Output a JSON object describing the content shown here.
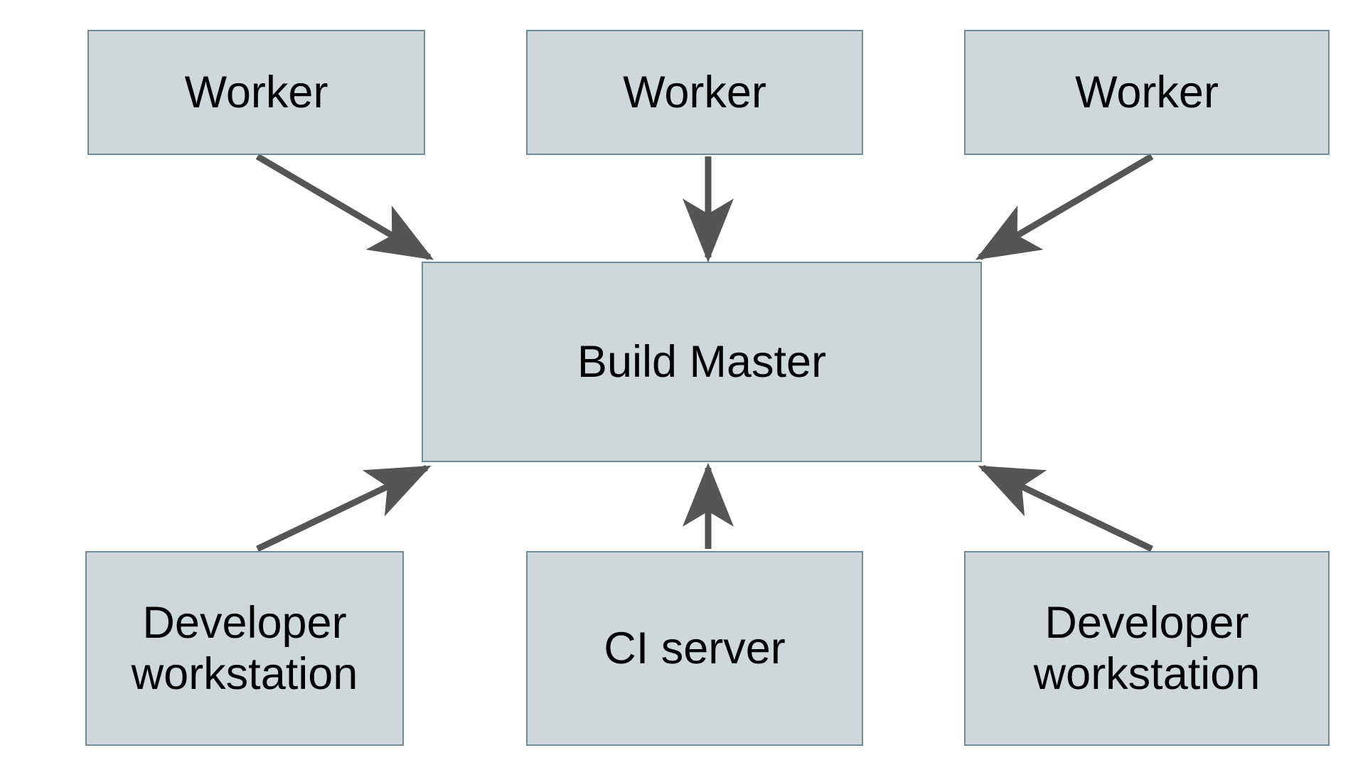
{
  "diagram": {
    "type": "node-edge-architecture-diagram",
    "background_color": "#ffffff",
    "node_fill_color": "#ced7da",
    "node_border_color": "#6f8a99",
    "edge_color": "#555555",
    "text_color": "#000000",
    "nodes": [
      {
        "id": "worker-1",
        "label": "Worker"
      },
      {
        "id": "worker-2",
        "label": "Worker"
      },
      {
        "id": "worker-3",
        "label": "Worker"
      },
      {
        "id": "build-master",
        "label": "Build Master"
      },
      {
        "id": "dev-left",
        "label": "Developer\nworkstation"
      },
      {
        "id": "ci-server",
        "label": "CI server"
      },
      {
        "id": "dev-right",
        "label": "Developer\nworkstation"
      }
    ],
    "edges": [
      {
        "id": "edge-worker1-to-master",
        "from": "worker-1",
        "to": "build-master",
        "arrowhead": "to"
      },
      {
        "id": "edge-worker2-to-master",
        "from": "worker-2",
        "to": "build-master",
        "arrowhead": "to"
      },
      {
        "id": "edge-worker3-to-master",
        "from": "worker-3",
        "to": "build-master",
        "arrowhead": "to"
      },
      {
        "id": "edge-devleft-to-master",
        "from": "dev-left",
        "to": "build-master",
        "arrowhead": "to"
      },
      {
        "id": "edge-ciserver-to-master",
        "from": "ci-server",
        "to": "build-master",
        "arrowhead": "to"
      },
      {
        "id": "edge-devright-to-master",
        "from": "dev-right",
        "to": "build-master",
        "arrowhead": "to"
      }
    ]
  }
}
